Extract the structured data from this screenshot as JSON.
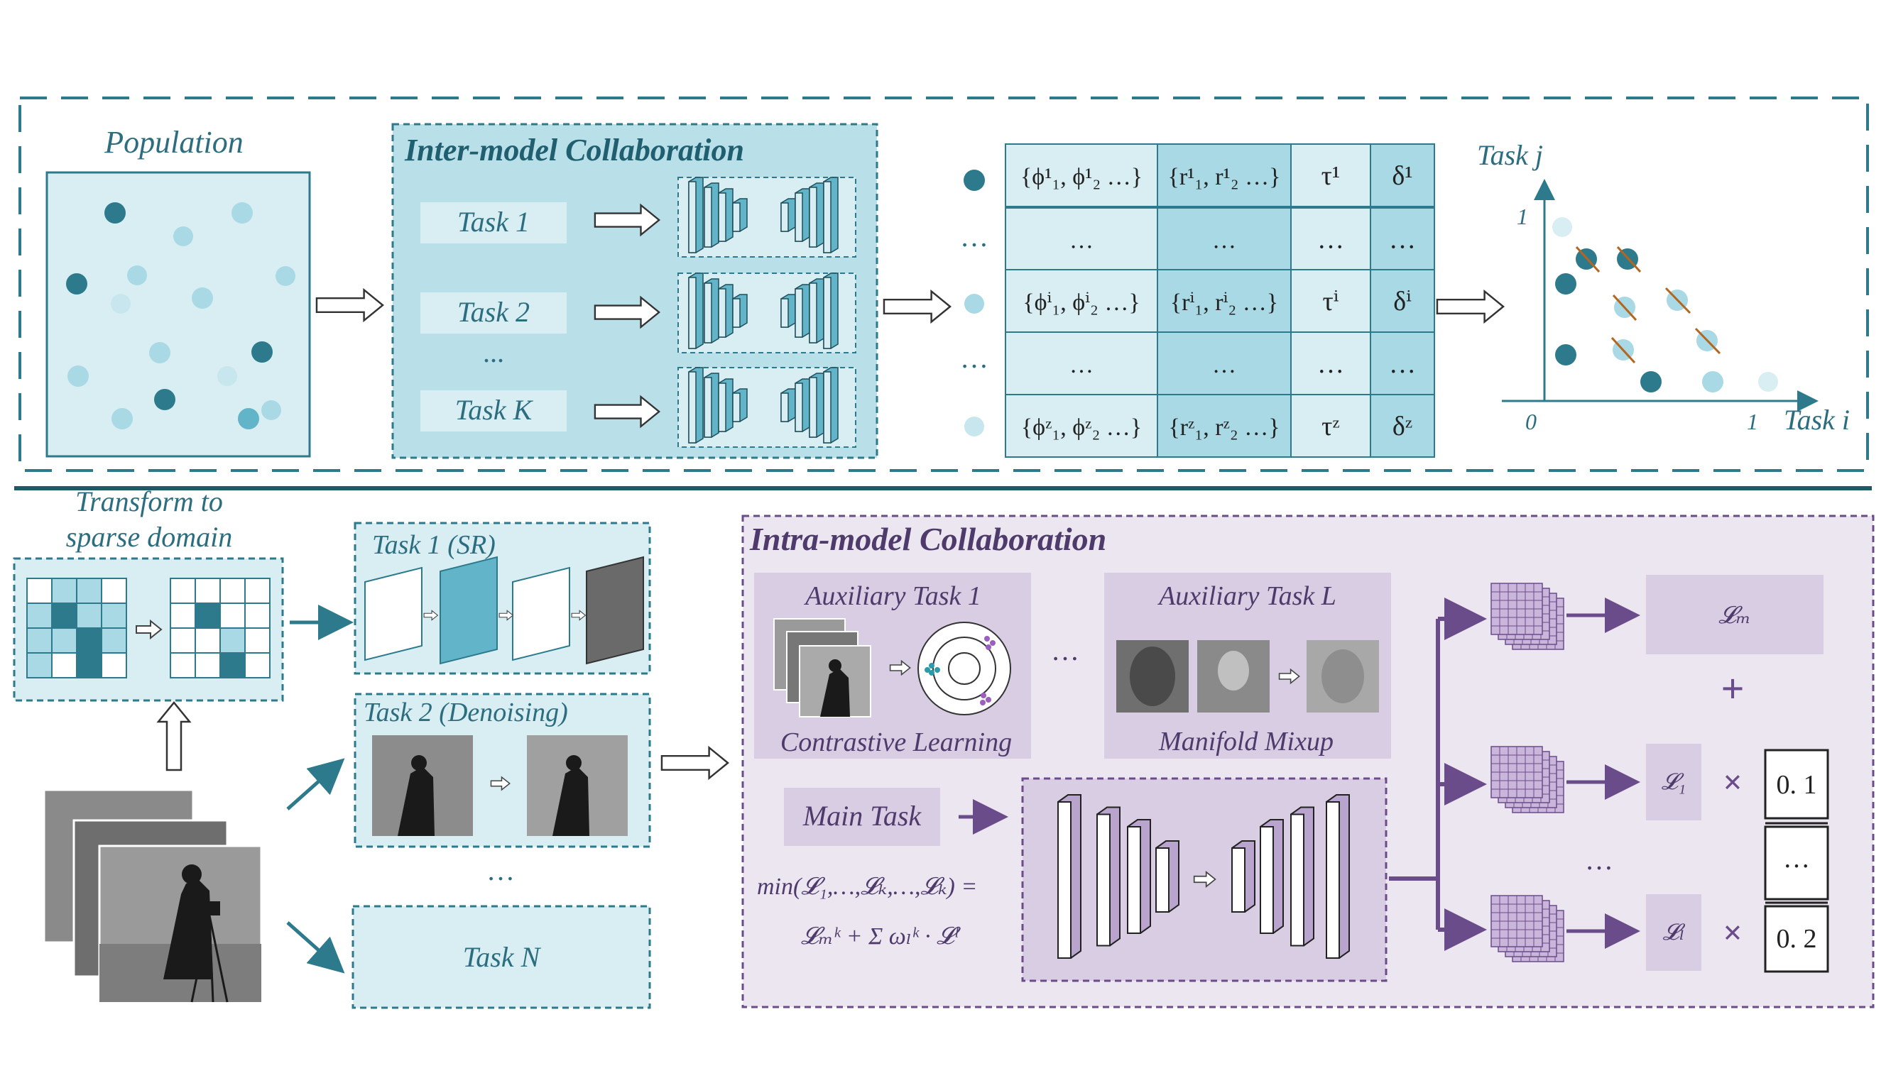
{
  "colors": {
    "teal_dark": "#2c7a8c",
    "teal_mid": "#62b4c8",
    "teal_light": "#a8d9e4",
    "teal_pale": "#d8eef3",
    "teal_panel": "#b9dfe9",
    "purple_dark": "#6b4c8a",
    "purple_mid": "#8b6fa8",
    "purple_pale": "#ece6f1",
    "purple_panel": "#d9cde3",
    "orange": "#b5651d"
  },
  "top": {
    "population_title": "Population",
    "inter_title": "Inter-model Collaboration",
    "tasks": [
      "Task 1",
      "Task 2",
      "Task K"
    ],
    "dots": "...",
    "table": {
      "rows": [
        {
          "phi": "{ϕ¹₁, ϕ¹₂ …}",
          "r": "{r¹₁, r¹₂ …}",
          "tau": "τ¹",
          "delta": "δ¹"
        },
        {
          "phi": "…",
          "r": "…",
          "tau": "…",
          "delta": "…"
        },
        {
          "phi": "{ϕⁱ₁, ϕⁱ₂ …}",
          "r": "{rⁱ₁, rⁱ₂ …}",
          "tau": "τⁱ",
          "delta": "δⁱ"
        },
        {
          "phi": "…",
          "r": "…",
          "tau": "…",
          "delta": "…"
        },
        {
          "phi": "{ϕᶻ₁, ϕᶻ₂ …}",
          "r": "{rᶻ₁, rᶻ₂ …}",
          "tau": "τᶻ",
          "delta": "δᶻ"
        }
      ],
      "row_ellipsis": "…"
    },
    "pareto": {
      "y_label": "Task j",
      "x_label": "Task i",
      "origin": "0",
      "x_one": "1",
      "y_one": "1"
    }
  },
  "bottom": {
    "sparse_title_line1": "Transform to",
    "sparse_title_line2": "sparse domain",
    "task_sr": "Task 1 (SR)",
    "task_denoise": "Task 2 (Denoising)",
    "tasks_ellipsis": "…",
    "task_n": "Task N",
    "intra_title": "Intra-model Collaboration",
    "aux1_title": "Auxiliary Task 1",
    "aux1_caption": "Contrastive Learning",
    "auxL_title": "Auxiliary Task L",
    "auxL_caption": "Manifold Mixup",
    "aux_ellipsis": "…",
    "main_task": "Main Task",
    "formula_line1": "min(𝓛₁,…,𝓛ₖ,…,𝓛ₖ) =",
    "formula_line2": "𝓛ₘᵏ + Σ ωₗᵏ · 𝓛ˡ",
    "loss_m": "𝓛ₘ",
    "loss_1": "𝓛₁",
    "loss_L": "𝓛ₗ",
    "plus": "+",
    "times": "×",
    "weight_1": "0. 1",
    "weight_mid": "…",
    "weight_L": "0. 2",
    "loss_ellipsis": "…"
  }
}
